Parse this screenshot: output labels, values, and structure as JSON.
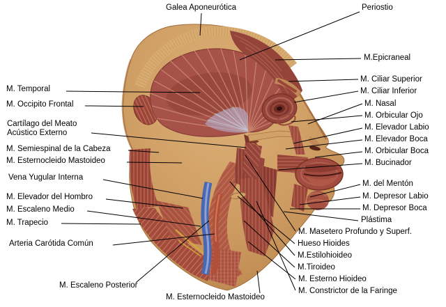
{
  "figure": {
    "background": "#ffffff",
    "label_color": "#000000",
    "palette": {
      "skin_tan": "#cc9a60",
      "skin_tan_light": "#ddb178",
      "muscle_red": "#a14c3e",
      "muscle_red_light": "#cb8a72",
      "muscle_red_dark": "#7c352c",
      "tendon_blue_gray": "#b4badc",
      "vein_blue": "#4a67b2",
      "artery_red": "#b0503a",
      "nerve_yellow": "#d4aa3c",
      "leader_line": "#000000"
    },
    "labels": {
      "galea": "Galea Aponeurótica",
      "periostio": "Periostio",
      "epicraneal": "M.Epicraneal",
      "ciliar_superior": "M. Ciliar Superior",
      "ciliar_inferior": "M. Ciliar Inferior",
      "nasal": "M. Nasal",
      "orbicular_ojo": "M. Orbicular Ojo",
      "elevador_labio": "M. Elevador Labio",
      "elevador_boca": "M. Elevador Boca",
      "orbicular_boca": "M. Orbicular Boca",
      "bucinador": "M. Bucinador",
      "del_menton": "M. del Mentón",
      "depresor_labio": "M. Depresor Labio",
      "depresor_boca": "M. Depresor Boca",
      "plastima": "Plástima",
      "masetero": "M. Masetero Profundo y Superf.",
      "hueso_hioides": "Hueso Hioides",
      "estilohioideo": "M.Estilohioideo",
      "tiroideo": "M.Tiroideo",
      "esterno_hioideo": "M. Esterno Hioideo",
      "constrictor": "M. Constrictor de la Faringe",
      "temporal": "M. Temporal",
      "occipito_frontal": "M. Occipito Frontal",
      "cartilago_line1": "Cartílago del Meato",
      "cartilago_line2": "Acústico Externo",
      "semiespinal": "M. Semiespinal de la Cabeza",
      "esternocleido_izq": "M. Esternocleido Mastoideo",
      "vena_yugular": "Vena Yugular Interna",
      "elevador_hombro": "M. Elevador del Hombro",
      "escaleno_medio": "M. Escaleno Medio",
      "trapecio": "M. Trapecio",
      "arteria_carotida": "Arteria Carótida Común",
      "escaleno_posterior": "M. Escaleno Posterior",
      "esternocleido_inf": "M. Esternocleido Mastoideo"
    }
  }
}
